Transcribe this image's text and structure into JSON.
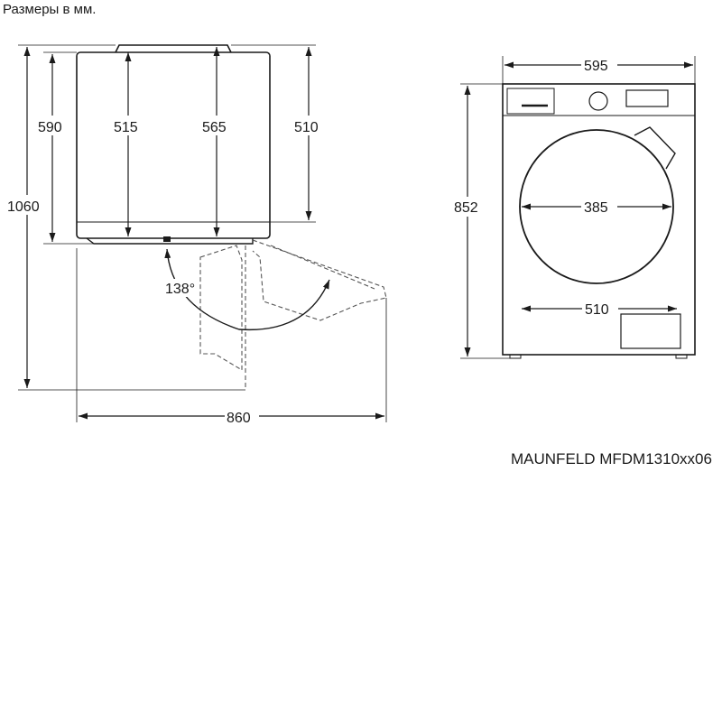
{
  "header": {
    "units_note": "Размеры в мм."
  },
  "footer": {
    "model": "MAUNFELD MFDM1310xx06"
  },
  "side_view": {
    "total_height": "1060",
    "body_depth": "590",
    "depth_a": "515",
    "depth_b": "565",
    "depth_c": "510",
    "door_angle": "138°",
    "depth_with_open_door": "860"
  },
  "front_view": {
    "width": "595",
    "height": "852",
    "door_diameter": "385",
    "inner_width": "510"
  },
  "colors": {
    "line": "#1a1a1a",
    "dashed": "#555555"
  }
}
